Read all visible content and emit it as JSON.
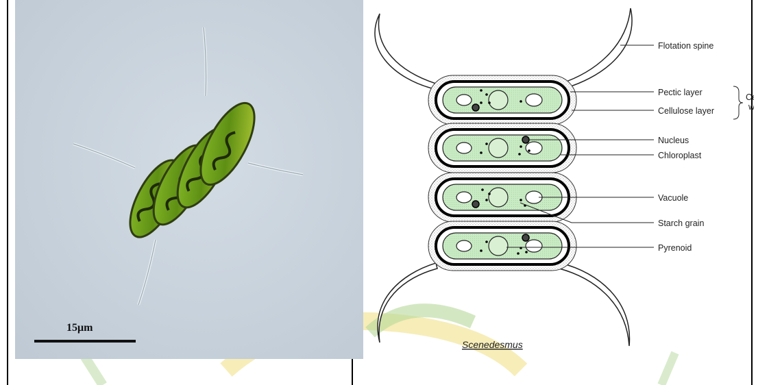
{
  "photo": {
    "scale_label": "15μm"
  },
  "diagram": {
    "title": "Scenedesmus",
    "labels": {
      "flotation_spine": "Flotation spine",
      "pectic_layer": "Pectic layer",
      "cellulose_layer": "Cellulose layer",
      "cell": "Cell",
      "wall": "wall",
      "nucleus": "Nucleus",
      "chloroplast": "Chloroplast",
      "vacuole": "Vacuole",
      "starch_grain": "Starch grain",
      "pyrenoid": "Pyrenoid"
    }
  },
  "colors": {
    "photo_background": "#c9d3dc",
    "cell_green": "#6a9c1e",
    "chloroplast_fill": "#c9ebc4",
    "watermark_green": "#b5d99a",
    "watermark_yellow": "#f5e9a8"
  }
}
